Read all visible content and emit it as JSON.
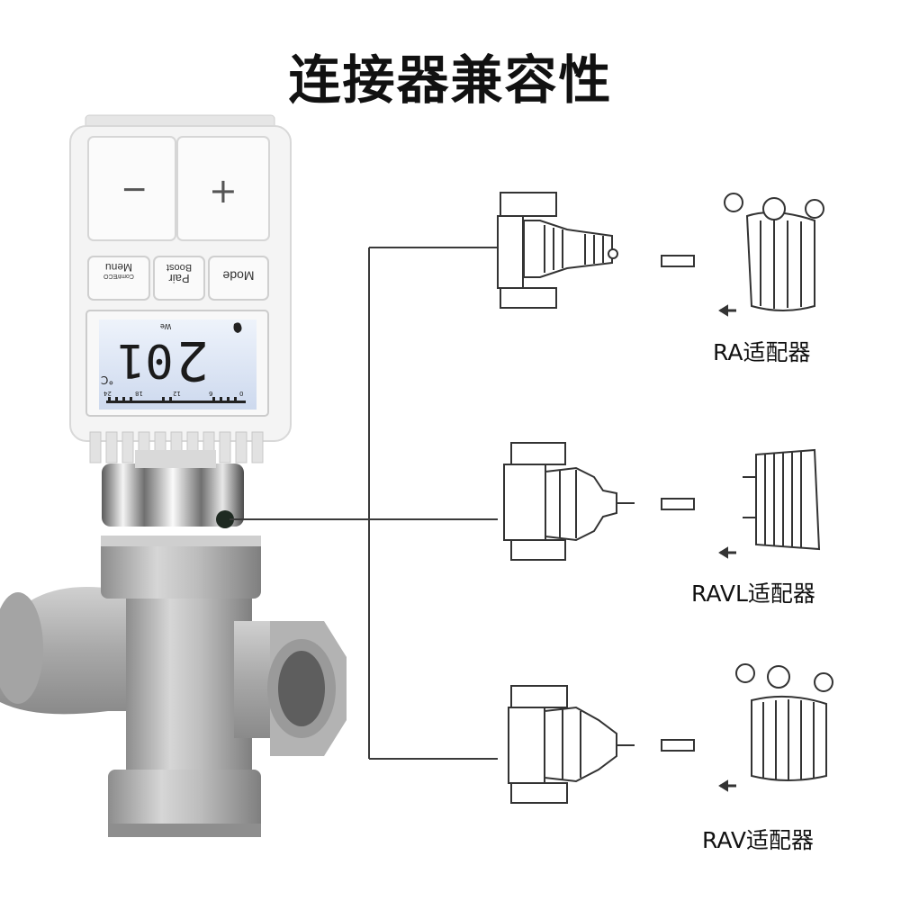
{
  "title": "连接器兼容性",
  "thermostat": {
    "buttons": {
      "minus": "−",
      "plus": "+",
      "menu": "Menu",
      "menu_sub": "Comf/ECO",
      "boost": "Boost",
      "pair": "Pair",
      "mode": "Mode"
    },
    "display": {
      "value": "2",
      "secondary": "01",
      "unit": "°C",
      "top_indicator": "We",
      "ticks": [
        "0",
        "6",
        "12",
        "18",
        "24"
      ]
    }
  },
  "adapters": [
    {
      "label": "RA适配器"
    },
    {
      "label": "RAVL适配器"
    },
    {
      "label": "RAV适配器"
    }
  ],
  "colors": {
    "line": "#3a3a3a",
    "valve": "#b9b9b9",
    "connector_dot": "#1f2a22",
    "lcd": "#dfe8f6"
  }
}
